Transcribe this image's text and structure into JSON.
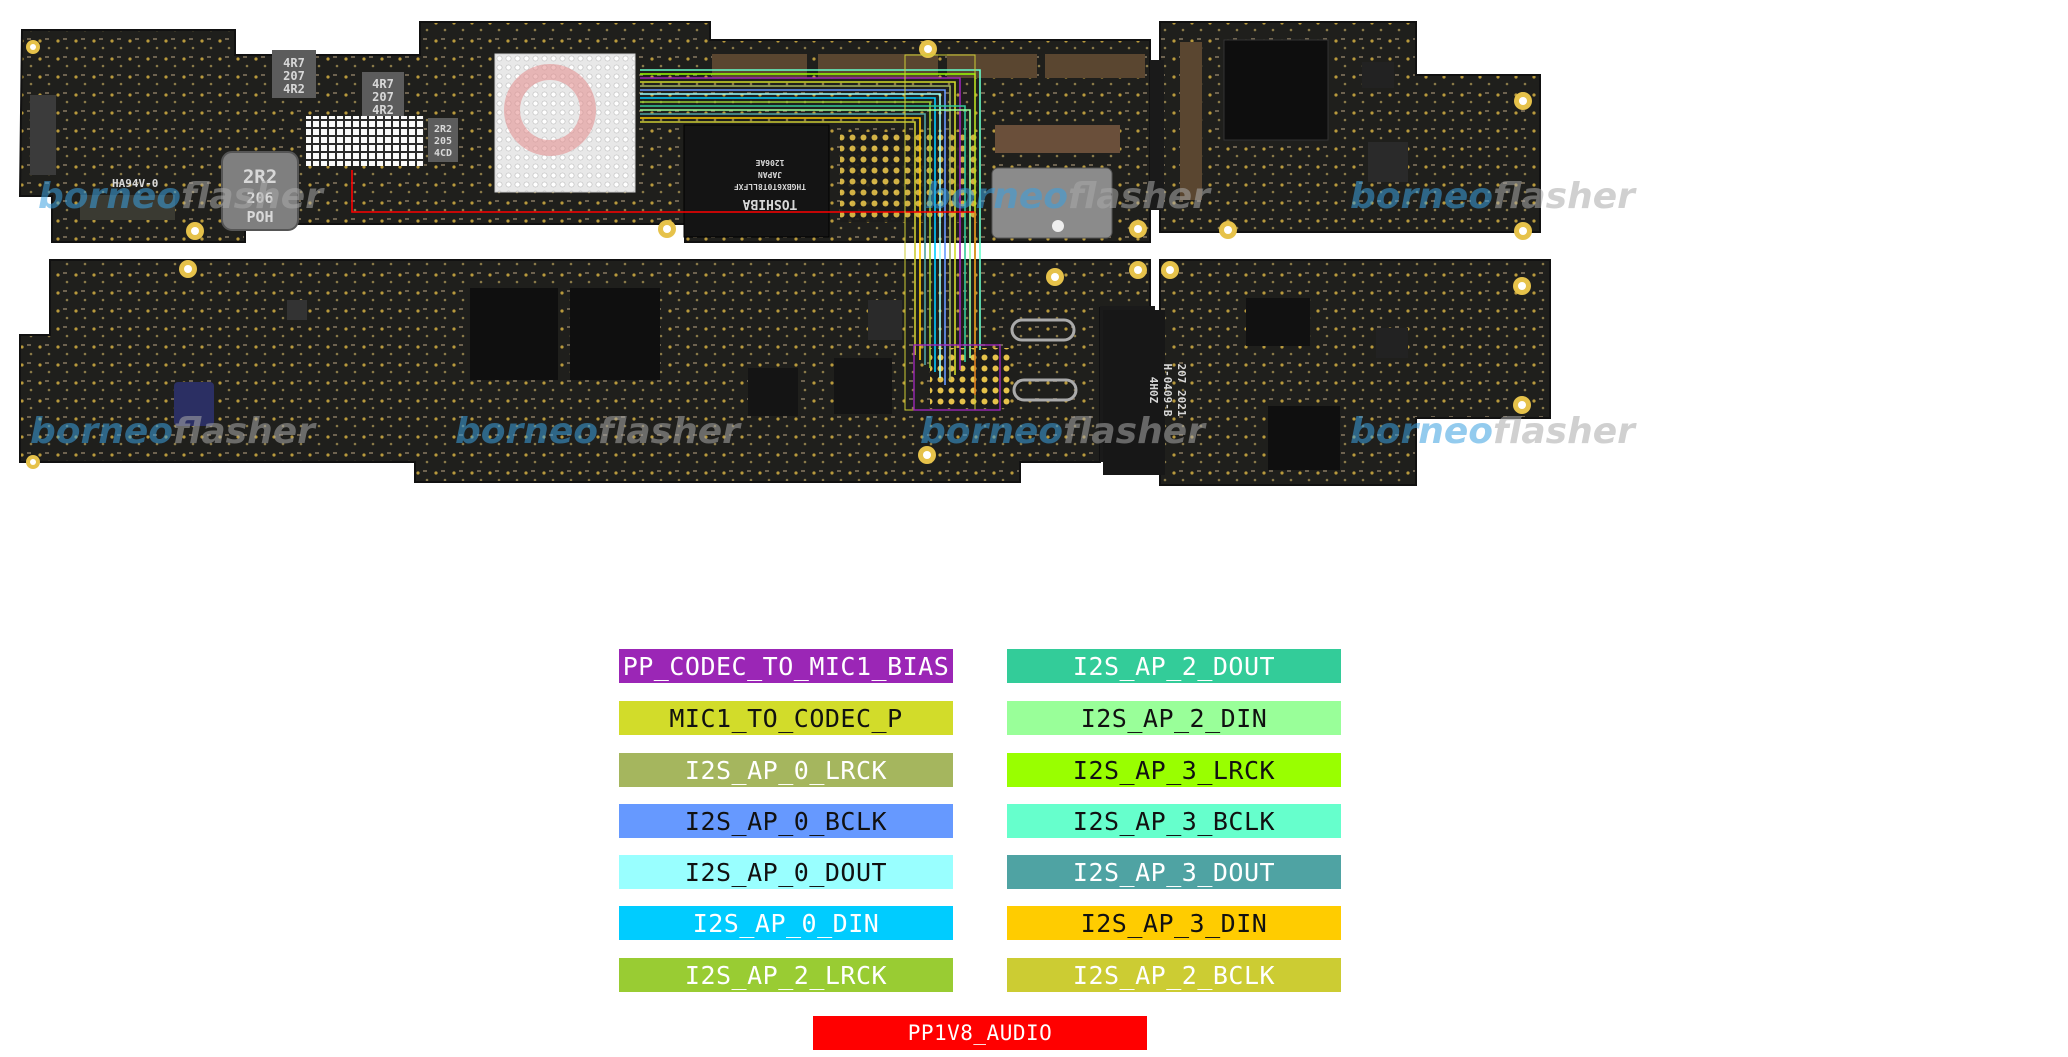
{
  "watermark": {
    "part1": "borneo",
    "part2": "flasher"
  },
  "component_markings": {
    "inductor_big": [
      "2R2",
      "206",
      "POH"
    ],
    "inductor_a": [
      "4R7",
      "207",
      "4R2"
    ],
    "inductor_b": [
      "4R7",
      "207",
      "4R2"
    ],
    "inductor_c": [
      "2R2",
      "205",
      "4CD"
    ],
    "flash_chip": [
      "TOSHIBA",
      "THGBX6T0T8LLFXF",
      "JAPAN",
      "1206AE"
    ],
    "conn_left": "HA94V-0",
    "conn_right": [
      "4H0Z",
      "H-0409-B",
      "207 2021"
    ]
  },
  "legend": [
    {
      "id": "pp-codec-to-mic1-bias",
      "label": "PP_CODEC_TO_MIC1_BIAS",
      "color": "#9b26b6",
      "text": "light"
    },
    {
      "id": "i2s-ap-2-dout",
      "label": "I2S_AP_2_DOUT",
      "color": "#33cc99",
      "text": "light"
    },
    {
      "id": "mic1-to-codec-p",
      "label": "MIC1_TO_CODEC_P",
      "color": "#d2dc2a",
      "text": "dark"
    },
    {
      "id": "i2s-ap-2-din",
      "label": "I2S_AP_2_DIN",
      "color": "#99ff99",
      "text": "dark"
    },
    {
      "id": "i2s-ap-0-lrck",
      "label": "I2S_AP_0_LRCK",
      "color": "#a5b65e",
      "text": "light"
    },
    {
      "id": "i2s-ap-3-lrck",
      "label": "I2S_AP_3_LRCK",
      "color": "#99ff00",
      "text": "dark"
    },
    {
      "id": "i2s-ap-0-bclk",
      "label": "I2S_AP_0_BCLK",
      "color": "#6699ff",
      "text": "dark"
    },
    {
      "id": "i2s-ap-3-bclk",
      "label": "I2S_AP_3_BCLK",
      "color": "#66ffcc",
      "text": "dark"
    },
    {
      "id": "i2s-ap-0-dout",
      "label": "I2S_AP_0_DOUT",
      "color": "#99ffff",
      "text": "dark"
    },
    {
      "id": "i2s-ap-3-dout",
      "label": "I2S_AP_3_DOUT",
      "color": "#4fa3a3",
      "text": "light"
    },
    {
      "id": "i2s-ap-0-din",
      "label": "I2S_AP_0_DIN",
      "color": "#00ccff",
      "text": "light"
    },
    {
      "id": "i2s-ap-3-din",
      "label": "I2S_AP_3_DIN",
      "color": "#ffcc00",
      "text": "dark"
    },
    {
      "id": "i2s-ap-2-lrck",
      "label": "I2S_AP_2_LRCK",
      "color": "#99cc33",
      "text": "light"
    },
    {
      "id": "i2s-ap-2-bclk",
      "label": "I2S_AP_2_BCLK",
      "color": "#cccc33",
      "text": "light"
    },
    {
      "id": "pp1v8-audio",
      "label": "PP1V8_AUDIO",
      "color": "#ff0000",
      "text": "light"
    }
  ]
}
